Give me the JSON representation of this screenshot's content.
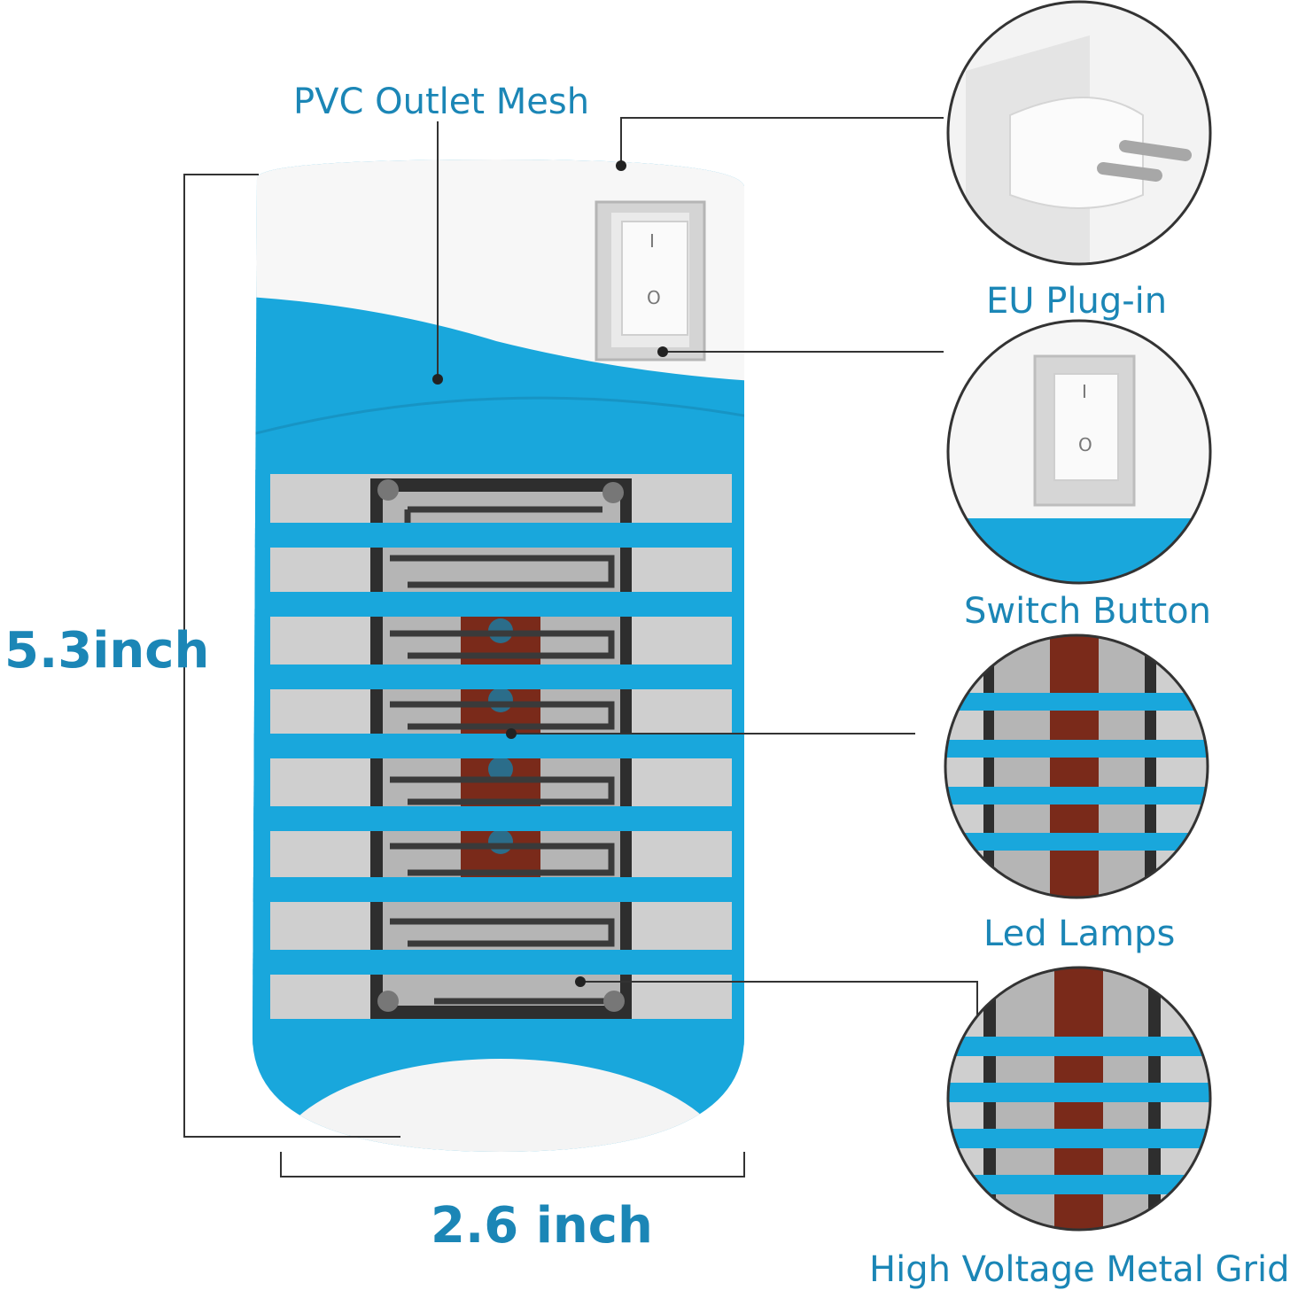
{
  "labels": {
    "pvc_outlet_mesh": "PVC Outlet Mesh",
    "eu_plug_in": "EU Plug-in",
    "switch_button": "Switch Button",
    "led_lamps": "Led Lamps",
    "high_voltage_metal_grid": "High Voltage Metal Grid"
  },
  "dimensions": {
    "height": "5.3inch",
    "width": "2.6 inch"
  },
  "switch_marks": {
    "on": "I",
    "off": "O"
  },
  "colors": {
    "accent_text": "#1b86b6",
    "device_blue": "#19a7dc",
    "device_white": "#f7f7f7",
    "metal": "#9a9a9a"
  }
}
